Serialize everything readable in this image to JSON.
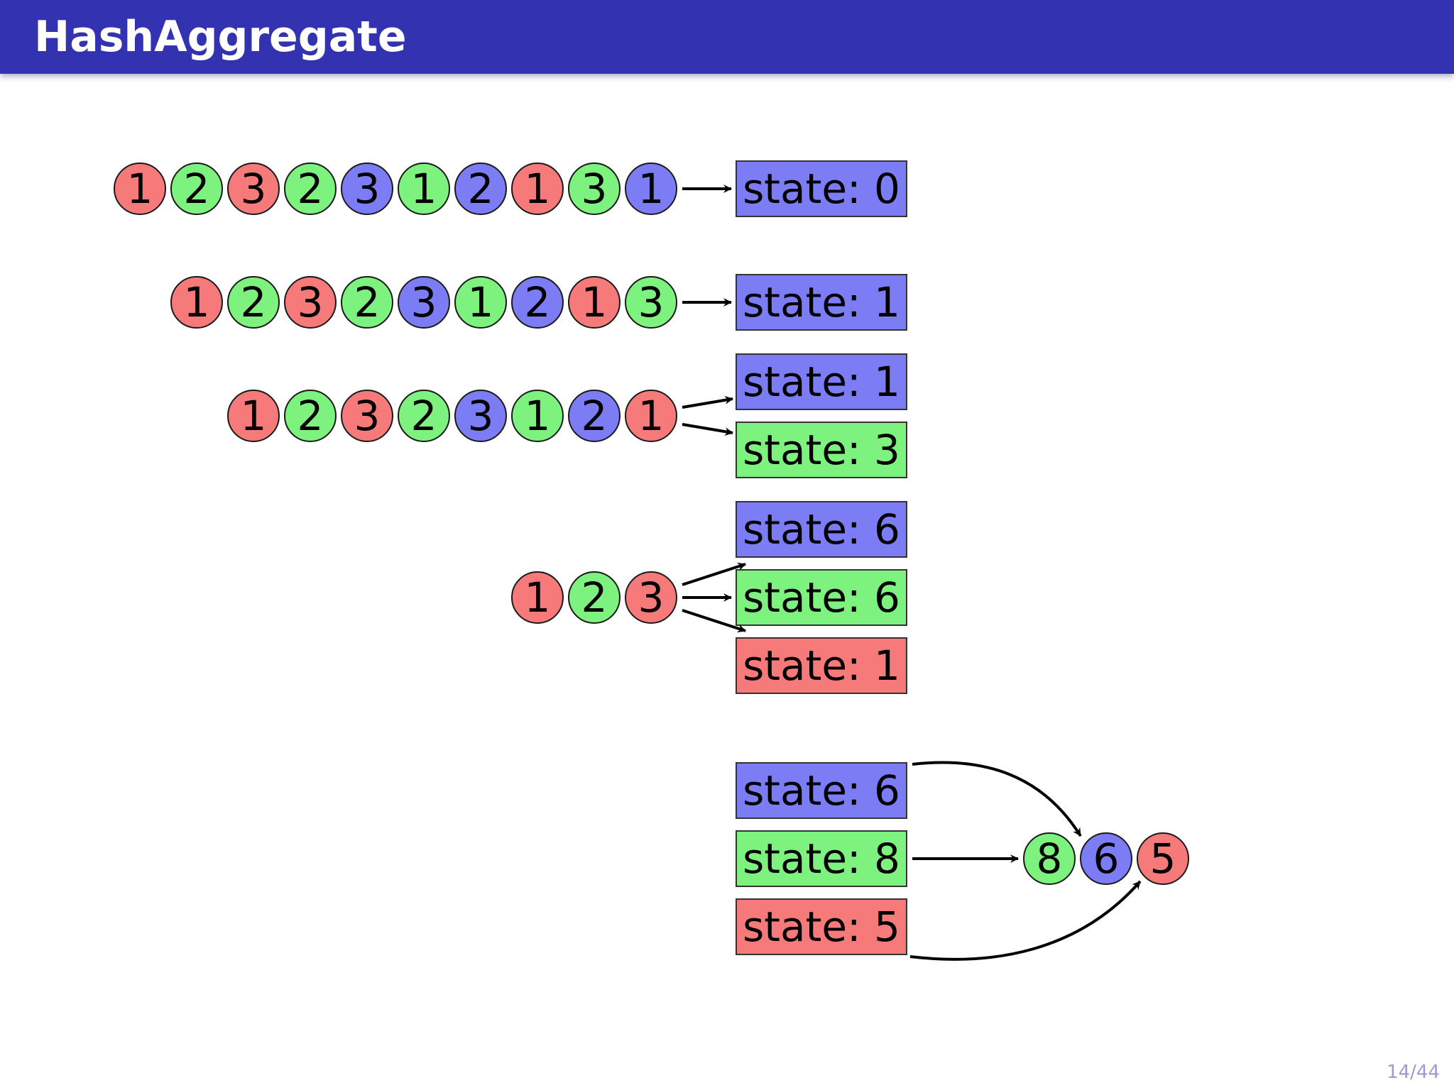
{
  "slide": {
    "title": "HashAggregate",
    "page_number": "14/44"
  },
  "colors": {
    "red": "#f77a7a",
    "green": "#7ef27e",
    "blue": "#7c7cf4",
    "title_bar": "#3333b2",
    "stroke": "#1a1a1a"
  },
  "diagram": {
    "state_label": "state: ",
    "rows": [
      {
        "tuples": [
          {
            "value": "1",
            "color": "red"
          },
          {
            "value": "2",
            "color": "green"
          },
          {
            "value": "3",
            "color": "red"
          },
          {
            "value": "2",
            "color": "green"
          },
          {
            "value": "3",
            "color": "blue"
          },
          {
            "value": "1",
            "color": "green"
          },
          {
            "value": "2",
            "color": "blue"
          },
          {
            "value": "1",
            "color": "red"
          },
          {
            "value": "3",
            "color": "green"
          },
          {
            "value": "1",
            "color": "blue"
          }
        ],
        "states": [
          {
            "value": "0",
            "color": "blue"
          }
        ]
      },
      {
        "tuples": [
          {
            "value": "1",
            "color": "red"
          },
          {
            "value": "2",
            "color": "green"
          },
          {
            "value": "3",
            "color": "red"
          },
          {
            "value": "2",
            "color": "green"
          },
          {
            "value": "3",
            "color": "blue"
          },
          {
            "value": "1",
            "color": "green"
          },
          {
            "value": "2",
            "color": "blue"
          },
          {
            "value": "1",
            "color": "red"
          },
          {
            "value": "3",
            "color": "green"
          }
        ],
        "states": [
          {
            "value": "1",
            "color": "blue"
          }
        ]
      },
      {
        "tuples": [
          {
            "value": "1",
            "color": "red"
          },
          {
            "value": "2",
            "color": "green"
          },
          {
            "value": "3",
            "color": "red"
          },
          {
            "value": "2",
            "color": "green"
          },
          {
            "value": "3",
            "color": "blue"
          },
          {
            "value": "1",
            "color": "green"
          },
          {
            "value": "2",
            "color": "blue"
          },
          {
            "value": "1",
            "color": "red"
          }
        ],
        "states": [
          {
            "value": "1",
            "color": "blue"
          },
          {
            "value": "3",
            "color": "green"
          }
        ]
      },
      {
        "tuples": [
          {
            "value": "1",
            "color": "red"
          },
          {
            "value": "2",
            "color": "green"
          },
          {
            "value": "3",
            "color": "red"
          }
        ],
        "states": [
          {
            "value": "6",
            "color": "blue"
          },
          {
            "value": "6",
            "color": "green"
          },
          {
            "value": "1",
            "color": "red"
          }
        ]
      }
    ],
    "final": {
      "states": [
        {
          "value": "6",
          "color": "blue"
        },
        {
          "value": "8",
          "color": "green"
        },
        {
          "value": "5",
          "color": "red"
        }
      ],
      "outputs": [
        {
          "value": "8",
          "color": "green"
        },
        {
          "value": "6",
          "color": "blue"
        },
        {
          "value": "5",
          "color": "red"
        }
      ]
    }
  }
}
